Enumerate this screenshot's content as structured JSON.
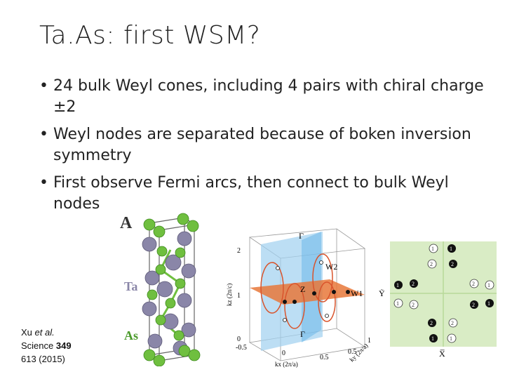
{
  "slide": {
    "title": "Ta.As: first WSM?",
    "bullets": [
      "24 bulk Weyl cones, including 4 pairs with chiral charge ±2",
      "Weyl nodes are separated because of boken inversion symmetry",
      "First observe Fermi arcs, then connect to bulk Weyl nodes"
    ],
    "bullet_glyph": "•"
  },
  "citation": {
    "author": "Xu ",
    "etal": "et al.",
    "journal": "Science ",
    "volume": "349",
    "pages_year": "613 (2015)"
  },
  "figure_a": {
    "panel_label": "A",
    "atom_ta": "Ta",
    "atom_as": "As",
    "colors": {
      "ta": "#8a86a8",
      "as": "#6fbf3f"
    }
  },
  "figure_b": {
    "axis_kz": "kz (2π/c)",
    "axis_kx": "kx (2π/a)",
    "axis_ky": "ky (2π/a)",
    "tick_kz": [
      "2",
      "1",
      "0"
    ],
    "tick_kx": [
      "-0.5",
      "0",
      "0.5"
    ],
    "tick_ky": [
      "1",
      "0.5"
    ],
    "labels": {
      "gamma_top": "Γ",
      "gamma_bottom": "Γ",
      "z": "Z",
      "w1": "W1",
      "w2": "W2"
    },
    "colors": {
      "plane_blue": "#9fd0f0",
      "plane_orange": "#e8783a",
      "loop": "#d9542c"
    }
  },
  "figure_c": {
    "y_label": "Ỹ",
    "x_label": "X̅",
    "markers": [
      "1",
      "2"
    ],
    "colors": {
      "bg": "#d9ecc5",
      "line": "#b8d99a"
    }
  }
}
